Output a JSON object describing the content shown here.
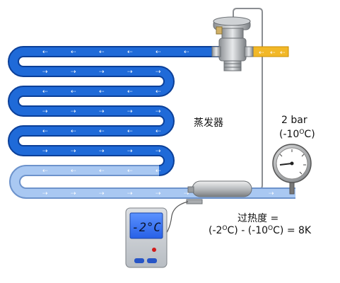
{
  "labels": {
    "evaporator": "蒸发器",
    "pressure": "2 bar",
    "pressure_temp_open": "(-10",
    "pressure_temp_deg": "O",
    "pressure_temp_close": "C)",
    "superheat_title": "过热度 =",
    "eq_a_open": "(-2",
    "eq_a_deg": "O",
    "eq_a_rest": "C) - (-10",
    "eq_b_deg": "O",
    "eq_b_rest": "C) = 8K"
  },
  "thermometer": {
    "display": "-2°C"
  },
  "gauge": {
    "pressure_bar": 2
  },
  "colors": {
    "liquid_line": "#f2b827",
    "cold_refrigerant": "#1f6ad8",
    "superheated_vapor": "#8fb6ee",
    "thermo_screen": "#2d6ef0"
  }
}
